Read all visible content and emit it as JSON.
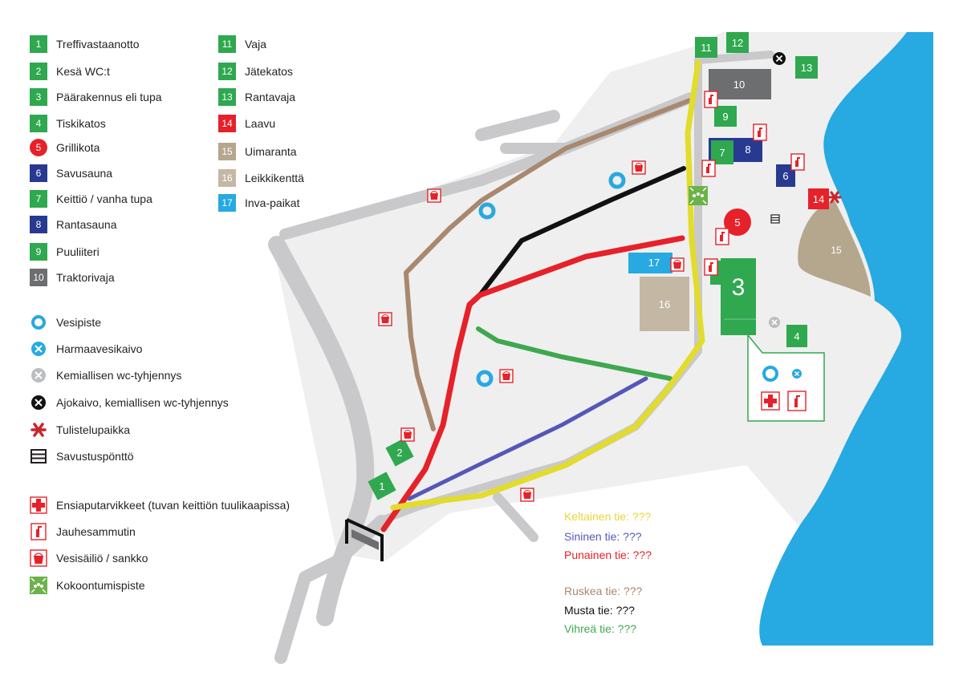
{
  "legend_places": [
    {
      "num": "1",
      "label": "Treffivastaanotto",
      "color": "#2fa84f",
      "shape": "square"
    },
    {
      "num": "2",
      "label": "Kesä WC:t",
      "color": "#2fa84f",
      "shape": "square"
    },
    {
      "num": "3",
      "label": "Päärakennus eli tupa",
      "color": "#2fa84f",
      "shape": "square"
    },
    {
      "num": "4",
      "label": "Tiskikatos",
      "color": "#2fa84f",
      "shape": "square"
    },
    {
      "num": "5",
      "label": "Grillikota",
      "color": "#e62129",
      "shape": "circle"
    },
    {
      "num": "6",
      "label": "Savusauna",
      "color": "#283a8f",
      "shape": "square"
    },
    {
      "num": "7",
      "label": "Keittiö / vanha tupa",
      "color": "#2fa84f",
      "shape": "square"
    },
    {
      "num": "8",
      "label": "Rantasauna",
      "color": "#283a8f",
      "shape": "square"
    },
    {
      "num": "9",
      "label": "Puuliiteri",
      "color": "#2fa84f",
      "shape": "square"
    },
    {
      "num": "10",
      "label": "Traktorivaja",
      "color": "#6d6e70",
      "shape": "square"
    },
    {
      "num": "11",
      "label": "Vaja",
      "color": "#2fa84f",
      "shape": "square"
    },
    {
      "num": "12",
      "label": "Jätekatos",
      "color": "#2fa84f",
      "shape": "square"
    },
    {
      "num": "13",
      "label": "Rantavaja",
      "color": "#2fa84f",
      "shape": "square"
    },
    {
      "num": "14",
      "label": "Laavu",
      "color": "#e62129",
      "shape": "square"
    },
    {
      "num": "15",
      "label": "Uimaranta",
      "color": "#b5a68e",
      "shape": "square"
    },
    {
      "num": "16",
      "label": "Leikkikenttä",
      "color": "#c4b8a4",
      "shape": "square"
    },
    {
      "num": "17",
      "label": "Inva-paikat",
      "color": "#27a9e1",
      "shape": "square"
    }
  ],
  "legend_symbols": [
    {
      "icon": "water-point-icon",
      "label": "Vesipiste"
    },
    {
      "icon": "grey-water-well-icon",
      "label": "Harmaavesikaivo"
    },
    {
      "icon": "chemical-wc-emptying-icon",
      "label": "Kemiallisen wc-tyhjennys"
    },
    {
      "icon": "drive-well-icon",
      "label": "Ajokaivo, kemiallisen wc-tyhjennys"
    },
    {
      "icon": "fire-place-icon",
      "label": "Tulistelupaikka"
    },
    {
      "icon": "smoker-icon",
      "label": "Savustuspönttö"
    },
    {
      "icon": "first-aid-icon",
      "label": "Ensiaputarvikkeet (tuvan keittiön tuulikaapissa)"
    },
    {
      "icon": "fire-extinguisher-icon",
      "label": "Jauhesammutin"
    },
    {
      "icon": "water-bucket-icon",
      "label": "Vesisäiliö / sankko"
    },
    {
      "icon": "assembly-point-icon",
      "label": "Kokoontumispiste"
    }
  ],
  "roads": [
    {
      "label": "Keltainen tie: ???",
      "color": "#e2dc2a"
    },
    {
      "label": "Sininen tie: ???",
      "color": "#5557b8"
    },
    {
      "label": "Punainen tie: ???",
      "color": "#e62129"
    },
    {
      "label": "Ruskea tie: ???",
      "color": "#a8886e"
    },
    {
      "label": "Musta tie: ???",
      "color": "#111111"
    },
    {
      "label": "Vihreä tie: ???",
      "color": "#3fa84f"
    }
  ],
  "map_labels": {
    "b1": "1",
    "b2": "2",
    "b3": "3",
    "b4": "4",
    "b5": "5",
    "b6": "6",
    "b7": "7",
    "b8": "8",
    "b9": "9",
    "b10": "10",
    "b11": "11",
    "b12": "12",
    "b13": "13",
    "b14": "14",
    "b15": "15",
    "b16": "16",
    "b17": "17"
  },
  "colors": {
    "green": "#2fa84f",
    "red": "#e62129",
    "navy": "#283a8f",
    "grey": "#6d6e70",
    "sand": "#c4b8a4",
    "beach": "#b5a68e",
    "blue": "#27a9e1",
    "water": "#27a9e1",
    "ground": "#efefef",
    "road": "#c9c9cb"
  }
}
